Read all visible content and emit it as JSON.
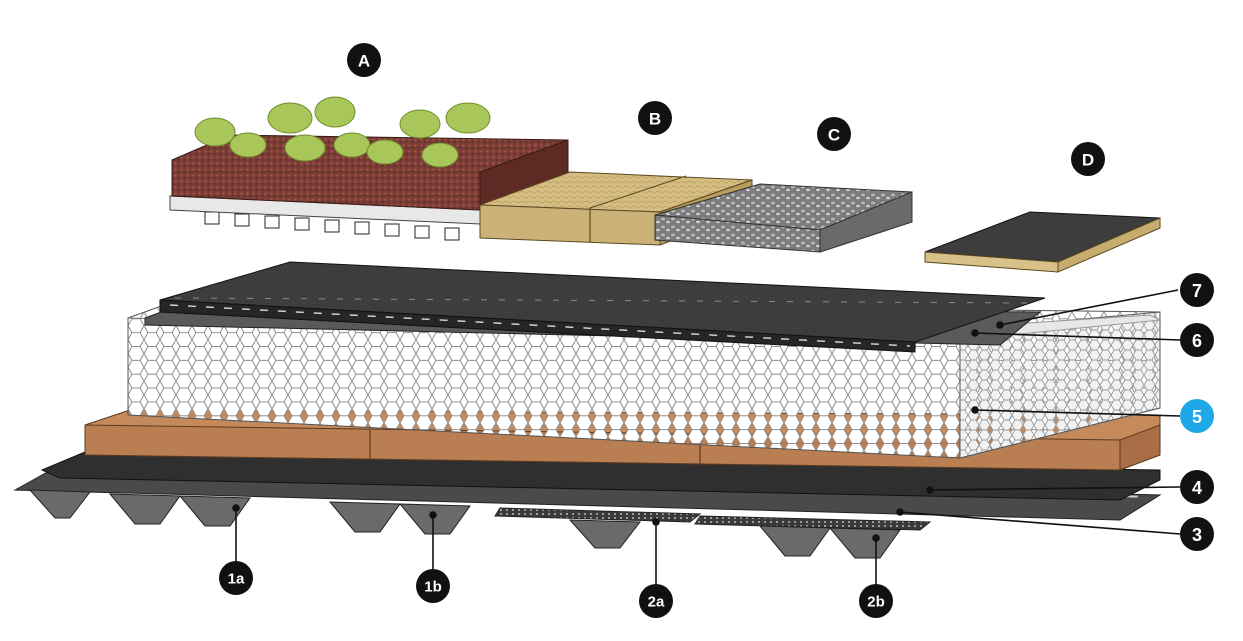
{
  "colors": {
    "badge": "#111111",
    "badge_highlight": "#1fa8e6",
    "badge_text": "#ffffff",
    "membrane": "#3d3d3d",
    "insulation_face": "#f4f4f4",
    "hex_stroke": "#9a9a9a",
    "board": "#c48a5b",
    "deck": "#4a4a4a",
    "soil": "#7a3c34",
    "plants": "#a9c65a",
    "mineral_wool": "#d8c188",
    "gravel": "#9a9a9a"
  },
  "labels": {
    "A": "A",
    "B": "B",
    "C": "C",
    "D": "D",
    "l7": "7",
    "l6": "6",
    "l5": "5",
    "l4": "4",
    "l3": "3",
    "l1a": "1a",
    "l1b": "1b",
    "l2a": "2a",
    "l2b": "2b"
  },
  "highlighted_label": "5"
}
